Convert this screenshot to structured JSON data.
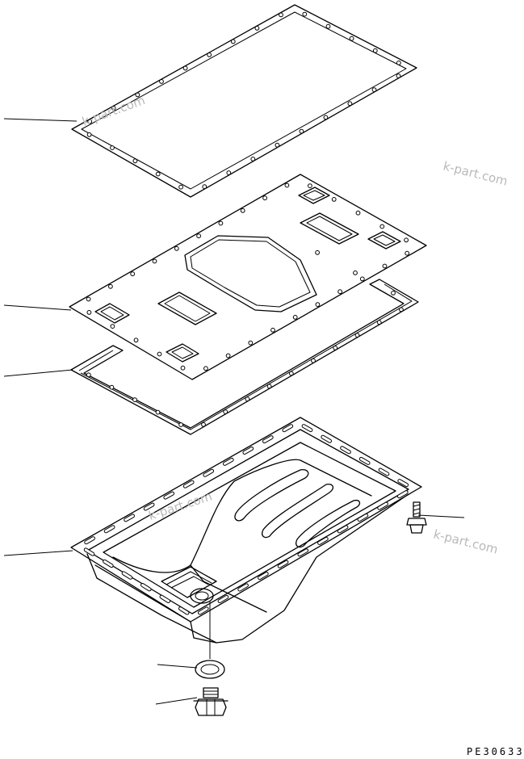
{
  "watermarks": [
    "k-part.com",
    "k-part.com",
    "k-part.com",
    "k-part.com"
  ],
  "drawing_code": "PE30633",
  "parts": [
    {
      "id": "top-gasket"
    },
    {
      "id": "plate"
    },
    {
      "id": "lower-gasket"
    },
    {
      "id": "oil-pan"
    },
    {
      "id": "bolt"
    },
    {
      "id": "washer"
    },
    {
      "id": "drain-plug"
    }
  ]
}
